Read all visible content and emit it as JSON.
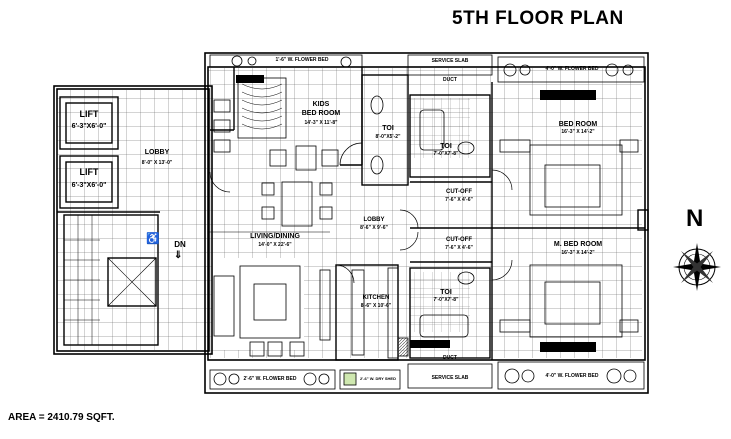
{
  "header": {
    "title": "5TH FLOOR PLAN"
  },
  "footer": {
    "area": "AREA = 2410.79 SQFT."
  },
  "compass": {
    "label": "N"
  },
  "rooms": {
    "lift1": {
      "name": "LIFT",
      "size": "6'-3\"X6'-0\""
    },
    "lift2": {
      "name": "LIFT",
      "size": "6'-3\"X6'-0\""
    },
    "lobby_main": {
      "name": "LOBBY",
      "size": "8'-0\" X 13'-0\""
    },
    "kids_bed": {
      "name": "KIDS",
      "name2": "BED ROOM",
      "size": "14'-3\" X 11'-8\""
    },
    "toi1": {
      "name": "TOI",
      "size": "8'-0\"X5'-2\""
    },
    "toi2": {
      "name": "TOI",
      "size": "7'-0\"X7'-8\""
    },
    "bed_room": {
      "name": "BED ROOM",
      "size": "16'-3\" X 14'-2\""
    },
    "cutoff1": {
      "name": "CUT-OFF",
      "size": "7'-6\" X 4'-6\""
    },
    "cutoff2": {
      "name": "CUT-OFF",
      "size": "7'-6\" X 4'-6\""
    },
    "lobby_inner": {
      "name": "LOBBY",
      "size": "8'-6\" X 9'-6\""
    },
    "living": {
      "name": "LIVING/DINING",
      "size": "14'-0\" X 22'-6\""
    },
    "m_bed": {
      "name": "M. BED ROOM",
      "size": "16'-3\" X 14'-2\""
    },
    "kitchen": {
      "name": "KITCHEN",
      "size": "8'-6\" X 10'-6\""
    },
    "toi3": {
      "name": "TOI",
      "size": "7'-0\"X7'-8\""
    }
  },
  "labels": {
    "flower_top_left": "1'-6\" W. FLOWER BED",
    "flower_top_right": "4'-0\" W. FLOWER BED",
    "flower_bottom_left": "2'-6\" W. FLOWER BED",
    "flower_bottom_right": "4'-0\" W. FLOWER BED",
    "dry_shed": "2'-6\" W. DRY SHED",
    "service_top": "SERVICE SLAB",
    "service_bottom": "SERVICE SLAB",
    "duct_top": "DUCT",
    "duct_bottom": "DUCT",
    "stair_dn": "DN"
  }
}
